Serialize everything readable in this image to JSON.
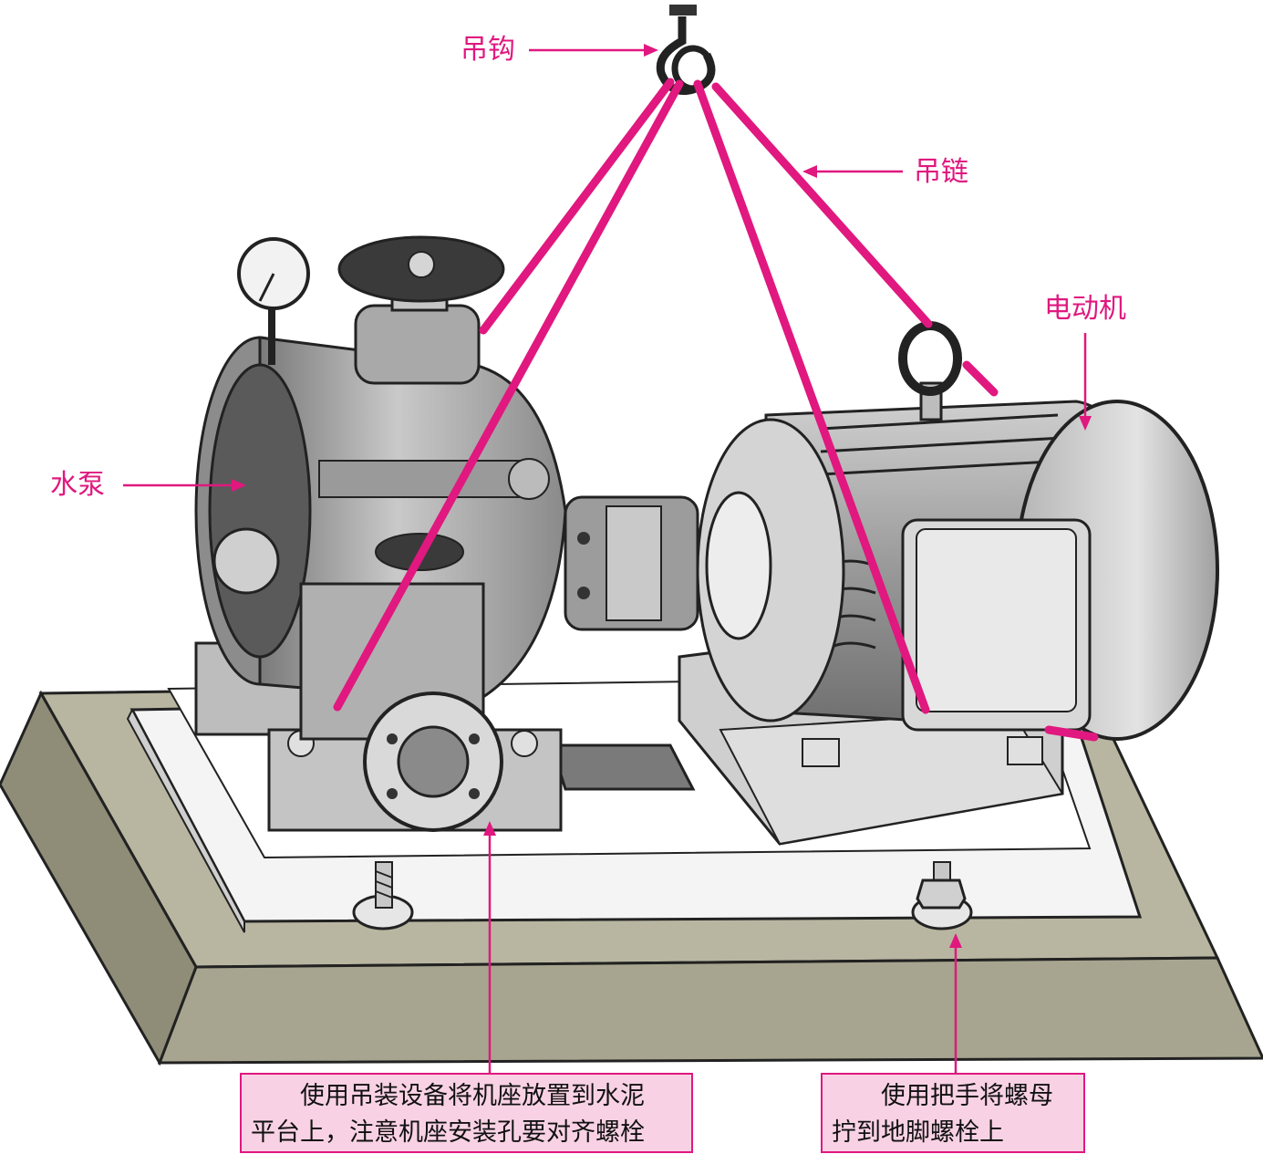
{
  "labels": {
    "hook": "吊钩",
    "chain": "吊链",
    "motor": "电动机",
    "pump": "水泵"
  },
  "notes": {
    "base": {
      "line1": "使用吊装设备将机座放置到水泥",
      "line2": "平台上，注意机座安装孔要对齐螺栓"
    },
    "bolt": {
      "line1": "使用把手将螺母",
      "line2": "拧到地脚螺栓上"
    }
  },
  "colors": {
    "accent": "#e0187f",
    "note_fill": "#f8d2e4",
    "concrete": "#a7a58f",
    "concrete_dark": "#8f8d78",
    "metal_light": "#d9d9d9",
    "metal_mid": "#a8a8a8",
    "metal_dark": "#505050"
  }
}
